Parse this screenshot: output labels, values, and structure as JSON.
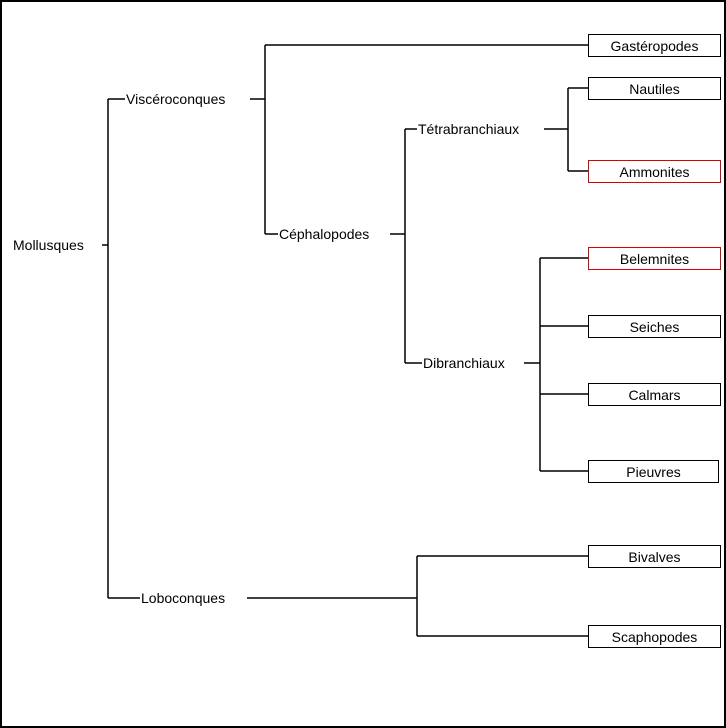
{
  "diagram": {
    "line_color": "#000000",
    "highlight_color": "#e00000",
    "nodes": {
      "mollusques": "Mollusques",
      "visceroconques": "Viscéroconques",
      "loboconques": "Loboconques",
      "cephalopodes": "Céphalopodes",
      "tetrabranchiaux": "Tétrabranchiaux",
      "dibranchiaux": "Dibranchiaux"
    },
    "leaves": {
      "gasteropodes": "Gastéropodes",
      "nautiles": "Nautiles",
      "ammonites": "Ammonites",
      "belemnites": "Belemnites",
      "seiches": "Seiches",
      "calmars": "Calmars",
      "pieuvres": "Pieuvres",
      "bivalves": "Bivalves",
      "scaphopodes": "Scaphopodes"
    },
    "extinct_highlighted": [
      "ammonites",
      "belemnites"
    ]
  }
}
